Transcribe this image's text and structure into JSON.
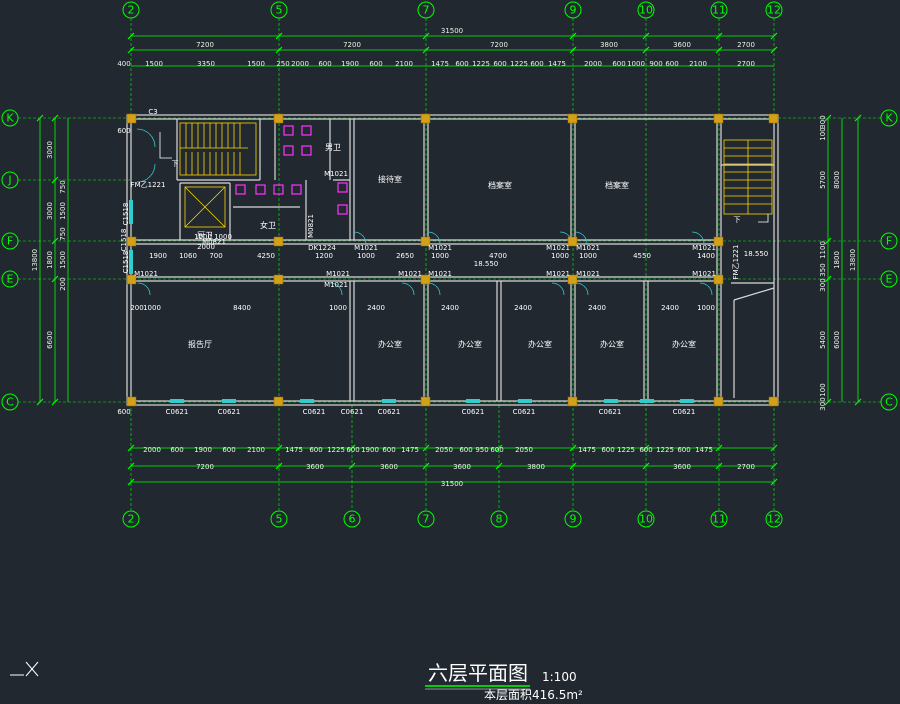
{
  "drawing": {
    "title": "六层平面图",
    "scale": "1:100",
    "area": "本层面积416.5m²",
    "colors": {
      "background": "#212830",
      "wall": "#d9d9d9",
      "dimension": "#00ff00",
      "column": "#d4a017",
      "stair": "#ffd800",
      "fixture": "#ff33ff",
      "window": "#33cccc"
    }
  },
  "axes": {
    "top": [
      "2",
      "5",
      "7",
      "9",
      "10",
      "11",
      "12"
    ],
    "bottom": [
      "2",
      "5",
      "6",
      "7",
      "8",
      "9",
      "10",
      "11",
      "12"
    ],
    "left": [
      "K",
      "J",
      "F",
      "E",
      "C"
    ],
    "right": [
      "K",
      "F",
      "E",
      "C"
    ]
  },
  "dimensions": {
    "top_total": "31500",
    "top_row1": [
      "7200",
      "7200",
      "7200",
      "3800",
      "3600",
      "2700"
    ],
    "top_row2": [
      "400",
      "1500",
      "3350",
      "1500",
      "250",
      "2000",
      "600",
      "1900",
      "600",
      "2100",
      "1475",
      "600",
      "1225",
      "600",
      "1225",
      "600",
      "1475",
      "2000",
      "600",
      "1000",
      "900",
      "600",
      "2100",
      "2700"
    ],
    "bottom_total": "31500",
    "bottom_row1": [
      "7200",
      "3600",
      "3600",
      "3600",
      "3800",
      "3600",
      "2700"
    ],
    "bottom_row2": [
      "2000",
      "600",
      "1900",
      "600",
      "2100",
      "1475",
      "600",
      "1225",
      "600",
      "1900",
      "600",
      "1475",
      "2050",
      "600",
      "950",
      "600",
      "2050",
      "1475",
      "600",
      "1225",
      "600",
      "1225",
      "600",
      "1475"
    ],
    "left_outer": "13800",
    "left_mid": [
      "3000",
      "3000",
      "1800",
      "6600"
    ],
    "left_inner": [
      "750",
      "1500",
      "750",
      "1500",
      "200"
    ],
    "right_outer": "13800",
    "right_mid": [
      "8000",
      "1800",
      "6000"
    ],
    "right_inner": [
      "300",
      "100",
      "5700",
      "1100",
      "350",
      "300",
      "5400",
      "100",
      "300"
    ],
    "corridor": [
      "1900",
      "1060",
      "700",
      "4250",
      "1200",
      "1000",
      "2650",
      "1000",
      "4700",
      "1000",
      "1000",
      "4550",
      "1400"
    ],
    "office_row": [
      "200",
      "1000",
      "8400",
      "1000",
      "2400",
      "2400",
      "2400",
      "2400",
      "2400",
      "1000"
    ],
    "misc": [
      "600",
      "600",
      "1000",
      "1000",
      "2000"
    ]
  },
  "rooms": [
    "接待室",
    "档案室",
    "档案室",
    "报告厅",
    "办公室",
    "办公室",
    "办公室",
    "办公室",
    "办公室",
    "男卫",
    "女卫",
    "厨卫"
  ],
  "doors": [
    "C3",
    "FM乙1221",
    "C1518",
    "M1021",
    "M1021",
    "M1021",
    "M1021",
    "M1021",
    "M1021",
    "M1021",
    "M1021",
    "M1021",
    "M1021",
    "M1021",
    "M1021",
    "M1021",
    "M1021",
    "DK1224",
    "FM乙1221",
    "M0821",
    "M0821"
  ],
  "windows": [
    "C0621",
    "C0621",
    "C0621",
    "C0621",
    "C0621",
    "C0621",
    "C0621",
    "C0621",
    "C0621"
  ],
  "marks": [
    "下",
    "下",
    "18.550",
    "18.550",
    "C1518",
    "C1518"
  ]
}
